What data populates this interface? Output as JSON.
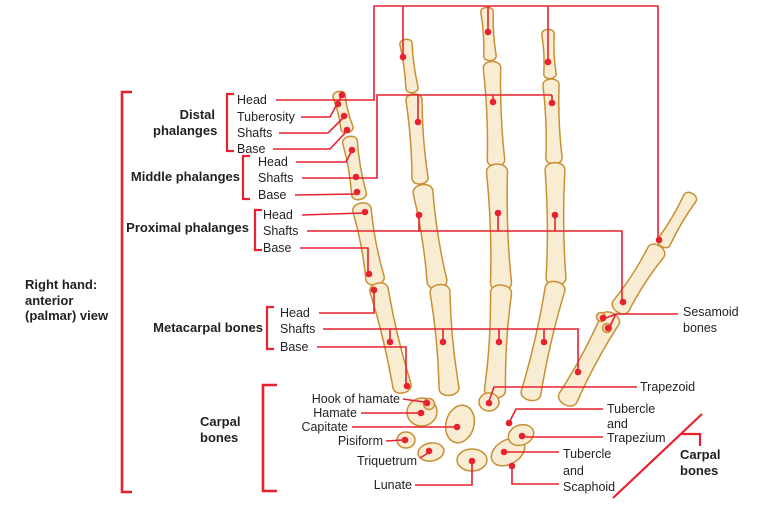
{
  "palette": {
    "background": "#ffffff",
    "leader_red": "#e8212e",
    "text": "#231f20",
    "bone_fill": "#f8ecd3",
    "bone_outline": "#c98f33"
  },
  "view_label": {
    "lines": [
      "Right hand:",
      "anterior",
      "(palmar) view"
    ]
  },
  "groups": [
    {
      "id": "distal-phalanges",
      "label_lines": [
        "Distal",
        "phalanges"
      ],
      "items": [
        "Head",
        "Tuberosity",
        "Shafts",
        "Base"
      ]
    },
    {
      "id": "middle-phalanges",
      "label_lines": [
        "Middle phalanges"
      ],
      "items": [
        "Head",
        "Shafts",
        "Base"
      ]
    },
    {
      "id": "proximal-phalanges",
      "label_lines": [
        "Proximal phalanges"
      ],
      "items": [
        "Head",
        "Shafts",
        "Base"
      ]
    },
    {
      "id": "metacarpal-bones",
      "label_lines": [
        "Metacarpal bones"
      ],
      "items": [
        "Head",
        "Shafts",
        "Base"
      ]
    },
    {
      "id": "carpal-bones-left",
      "label_lines": [
        "Carpal",
        "bones"
      ],
      "items": [
        "Hook of hamate",
        "Hamate",
        "Capitate",
        "Pisiform",
        "Triquetrum",
        "Lunate"
      ]
    }
  ],
  "right_labels": {
    "sesamoid": {
      "lines": [
        "Sesamoid",
        "bones"
      ]
    },
    "trapezoid": {
      "lines": [
        "Trapezoid"
      ]
    },
    "tubercle_trapezium": {
      "lines": [
        "Tubercle",
        "and",
        "Trapezium"
      ]
    },
    "carpal_right": {
      "lines": [
        "Carpal",
        "bones"
      ]
    },
    "tubercle_scaphoid": {
      "lines": [
        "Tubercle",
        "and",
        "Scaphoid"
      ]
    }
  }
}
